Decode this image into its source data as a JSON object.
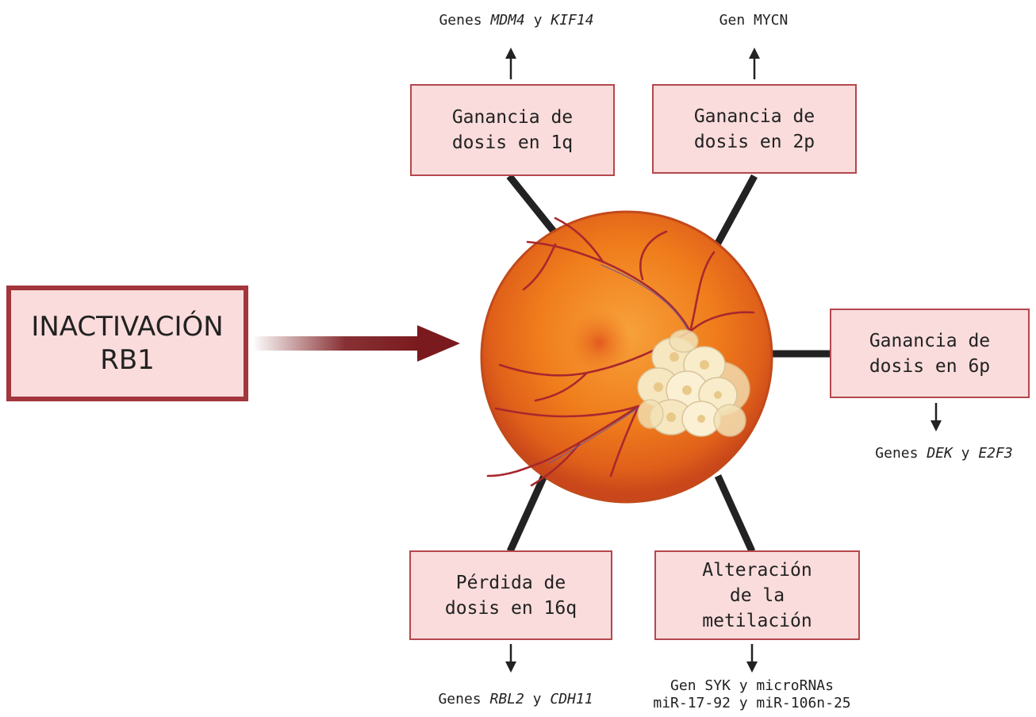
{
  "main_box": {
    "label": "INACTIVACIÓN\nRB1"
  },
  "boxes": [
    {
      "id": "1q",
      "label": "Ganancia de\ndosis en 1q"
    },
    {
      "id": "2p",
      "label": "Ganancia de\ndosis en 2p"
    },
    {
      "id": "6p",
      "label": "Ganancia de\ndosis en 6p"
    },
    {
      "id": "16q",
      "label": "Pérdida de\ndosis en 16q"
    },
    {
      "id": "metil",
      "label": "Alteración\nde la\nmetilación"
    }
  ],
  "notes": {
    "n1q": {
      "prefix": "Genes ",
      "gene1": "MDM4",
      "mid": " y ",
      "gene2": "KIF14"
    },
    "n2p": {
      "text": "Gen MYCN"
    },
    "n6p": {
      "prefix": "Genes ",
      "gene1": "DEK",
      "mid": " y ",
      "gene2": "E2F3"
    },
    "n16q": {
      "prefix": "Genes ",
      "gene1": "RBL2",
      "mid": " y ",
      "gene2": "CDH11"
    },
    "nmetil": {
      "line1": "Gen SYK y microRNAs",
      "line2": "miR-17-92 y miR-106n-25"
    }
  },
  "colors": {
    "box_fill": "#f9dcdb",
    "box_border": "#b4474d",
    "main_border": "#a3353d",
    "arrow": "#7a1a1e",
    "connector": "#222222",
    "eye_orange": "#f07d1c",
    "vessel": "#a8282d"
  },
  "icons": {
    "eye": "retina-fundus-with-tumor-icon"
  }
}
